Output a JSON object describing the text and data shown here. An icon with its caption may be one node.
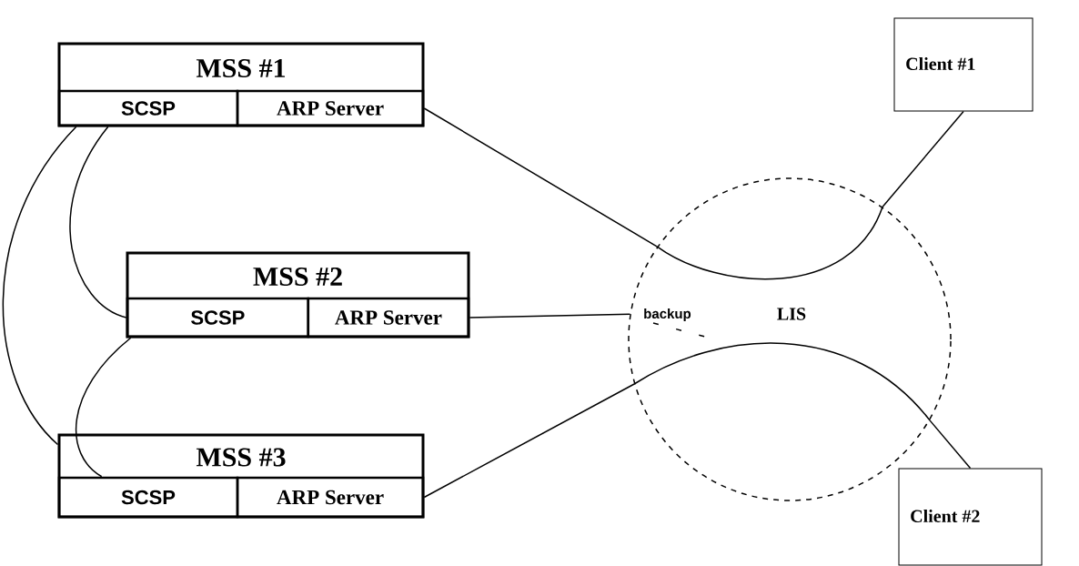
{
  "diagram": {
    "nodes": [
      {
        "text": [
          "MSS  #1"
        ]
      },
      {
        "text": [
          "SCSP"
        ],
        "in": 0
      },
      {
        "text": [
          "ARP Server"
        ],
        "in": 0
      },
      {
        "text": [
          "MSS  #2"
        ]
      },
      {
        "text": [
          "SCSP"
        ],
        "in": 3
      },
      {
        "text": [
          "ARP Server"
        ],
        "in": 3
      },
      {
        "text": [
          "MSS  #3"
        ]
      },
      {
        "text": [
          "SCSP"
        ],
        "in": 6
      },
      {
        "text": [
          "ARP Server"
        ],
        "in": 6
      },
      {
        "text": [
          "Client #1"
        ]
      },
      {
        "text": [
          "Client #2"
        ]
      },
      {
        "text": [
          "LIS"
        ]
      }
    ],
    "edges": [
      {
        "from": 2,
        "to": 11,
        "arrow": "none"
      },
      {
        "from": 11,
        "to": 9,
        "arrow": "none"
      },
      {
        "from": 5,
        "to": 11,
        "arrow": "none"
      },
      {
        "from": 8,
        "to": 11,
        "arrow": "none"
      },
      {
        "from": 11,
        "to": 10,
        "arrow": "none"
      },
      {
        "from": 1,
        "to": 4,
        "arrow": "none"
      },
      {
        "from": 1,
        "to": 6,
        "arrow": "none"
      },
      {
        "from": 4,
        "to": 7,
        "arrow": "none"
      }
    ],
    "labels": [
      "backup"
    ]
  }
}
